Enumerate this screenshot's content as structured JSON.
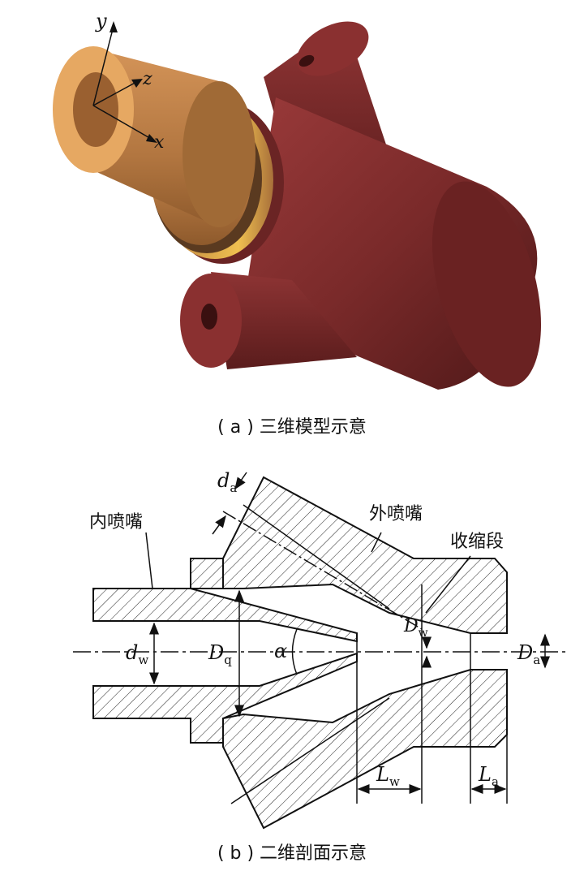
{
  "model3d": {
    "axis_y": "y",
    "axis_z": "z",
    "axis_x": "x",
    "caption": "( a ) 三维模型示意"
  },
  "section2d": {
    "label_inner_nozzle": "内喷嘴",
    "label_outer_nozzle": "外喷嘴",
    "label_convergent_section": "收缩段",
    "dim_da": "d",
    "dim_da_sub": "a",
    "dim_dw": "d",
    "dim_dw_sub": "w",
    "dim_Dq": "D",
    "dim_Dq_sub": "q",
    "dim_alpha": "α",
    "dim_Dw": "D",
    "dim_Dw_sub": "w",
    "dim_Da": "D",
    "dim_Da_sub": "a",
    "dim_Lw": "L",
    "dim_Lw_sub": "w",
    "dim_La": "L",
    "dim_La_sub": "a",
    "caption": "( b ) 二维剖面示意"
  },
  "colors": {
    "copper": "#c98a4f",
    "copper_light": "#e6a862",
    "body_red": "#7a2a2a",
    "body_dark": "#5a1c1c"
  }
}
